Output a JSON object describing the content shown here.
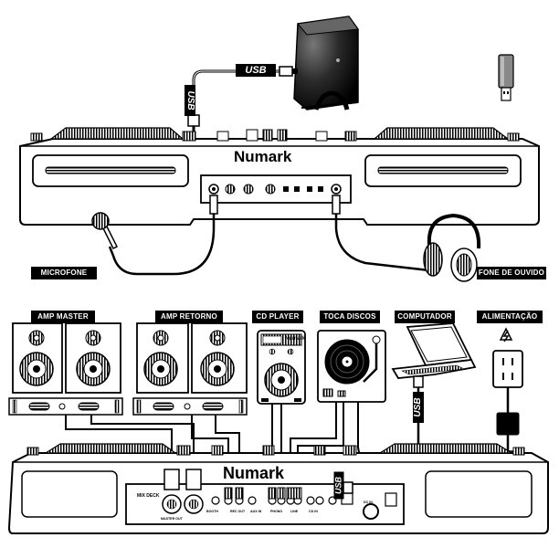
{
  "brand": "Numark",
  "top_labels": {
    "usb": "USB",
    "microphone": "MICROFONE",
    "headphones": "FONE DE OUVIDO"
  },
  "bottom_labels": {
    "amp_master": "AMP MASTER",
    "amp_return": "AMP RETORNO",
    "cd_player": "CD PLAYER",
    "turntable": "TOCA DISCOS",
    "computer": "COMPUTADOR",
    "power": "ALIMENTAÇÃO",
    "usb": "USB",
    "mix_deck": "MIX DECK",
    "cd_player_brand": "Numark"
  },
  "panel_labels": [
    "MASTER OUT",
    "BOOTH",
    "REC OUT",
    "AUX IN",
    "PHONO",
    "LINE",
    "CD IN",
    "DC IN"
  ],
  "icons": [
    "usb-flash-drive-icon",
    "external-hard-drive-icon",
    "microphone-icon",
    "headphones-icon",
    "speaker-icon",
    "amplifier-icon",
    "cd-player-icon",
    "turntable-icon",
    "laptop-icon",
    "power-outlet-icon",
    "power-adapter-icon"
  ]
}
